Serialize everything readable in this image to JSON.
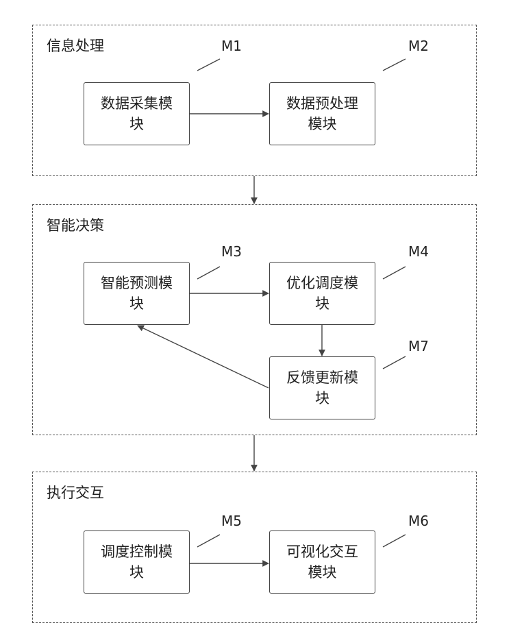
{
  "groups": {
    "info": {
      "title": "信息处理"
    },
    "decision": {
      "title": "智能决策"
    },
    "exec": {
      "title": "执行交互"
    }
  },
  "modules": {
    "m1": {
      "id": "M1",
      "lines": [
        "数据采集模",
        "块"
      ]
    },
    "m2": {
      "id": "M2",
      "lines": [
        "数据预处理",
        "模块"
      ]
    },
    "m3": {
      "id": "M3",
      "lines": [
        "智能预测模",
        "块"
      ]
    },
    "m4": {
      "id": "M4",
      "lines": [
        "优化调度模",
        "块"
      ]
    },
    "m7": {
      "id": "M7",
      "lines": [
        "反馈更新模",
        "块"
      ]
    },
    "m5": {
      "id": "M5",
      "lines": [
        "调度控制模",
        "块"
      ]
    },
    "m6": {
      "id": "M6",
      "lines": [
        "可视化交互",
        "模块"
      ]
    }
  },
  "connections": [
    {
      "from": "M1",
      "to": "M2"
    },
    {
      "from": "M3",
      "to": "M4"
    },
    {
      "from": "M4",
      "to": "M7"
    },
    {
      "from": "M7",
      "to": "M3"
    },
    {
      "from": "M5",
      "to": "M6"
    },
    {
      "from": "信息处理",
      "to": "智能决策"
    },
    {
      "from": "智能决策",
      "to": "执行交互"
    }
  ]
}
